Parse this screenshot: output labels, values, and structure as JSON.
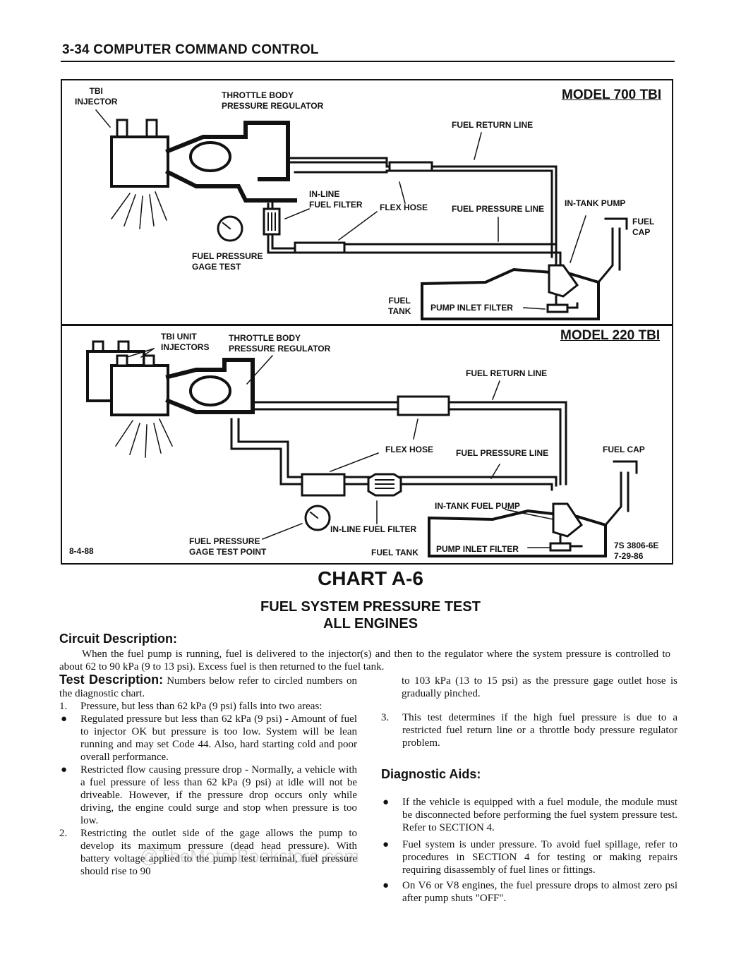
{
  "header": {
    "title": "3-34 COMPUTER COMMAND CONTROL"
  },
  "diagram": {
    "top": {
      "model": "MODEL 700 TBI",
      "labels": {
        "tbi_injector": "TBI\nINJECTOR",
        "regulator": "THROTTLE BODY\nPRESSURE REGULATOR",
        "return_line": "FUEL RETURN LINE",
        "inline_filter": "IN-LINE\nFUEL FILTER",
        "flex_hose": "FLEX HOSE",
        "pressure_line": "FUEL PRESSURE LINE",
        "in_tank_pump": "IN-TANK PUMP",
        "fuel_cap": "FUEL\nCAP",
        "gage_test": "FUEL PRESSURE\nGAGE TEST",
        "fuel_tank": "FUEL\nTANK",
        "pump_inlet_filter": "PUMP INLET FILTER"
      }
    },
    "bottom": {
      "model": "MODEL 220 TBI",
      "labels": {
        "tbi_injectors": "TBI UNIT\nINJECTORS",
        "regulator": "THROTTLE BODY\nPRESSURE REGULATOR",
        "return_line": "FUEL RETURN LINE",
        "flex_hose": "FLEX HOSE",
        "pressure_line": "FUEL PRESSURE LINE",
        "fuel_cap": "FUEL CAP",
        "in_tank_pump": "IN-TANK FUEL PUMP",
        "inline_filter": "IN-LINE FUEL FILTER",
        "gage_test_point": "FUEL PRESSURE\nGAGE TEST POINT",
        "fuel_tank": "FUEL TANK",
        "pump_inlet_filter": "PUMP INLET FILTER",
        "date_left": "8-4-88",
        "ref_code": "7S 3806-6E\n7-29-86"
      }
    }
  },
  "chart": {
    "title": "CHART A-6",
    "subtitle": "FUEL SYSTEM PRESSURE TEST\nALL ENGINES"
  },
  "circuit": {
    "heading": "Circuit Description:",
    "text": "When the fuel pump is running, fuel is delivered to the injector(s) and then to the regulator where the system pressure is controlled to about 62 to 90 kPa (9 to 13 psi). Excess fuel is then returned to the fuel tank."
  },
  "test": {
    "heading": "Test Description:",
    "intro": "Numbers below refer to circled numbers on the diagnostic chart.",
    "item1": {
      "marker": "1.",
      "text": "Pressure, but less than 62 kPa (9 psi) falls into two areas:"
    },
    "bullet1": "Regulated pressure but less than 62 kPa (9 psi) - Amount of fuel to injector OK but pressure is too low. System will be lean running and may set Code 44. Also, hard starting cold and poor overall performance.",
    "bullet2": "Restricted flow causing pressure drop - Normally, a vehicle with a fuel pressure of less than 62 kPa (9 psi) at idle will not be driveable. However, if the pressure drop occurs only while driving, the engine could surge and stop when pressure is too low.",
    "item2": {
      "marker": "2.",
      "text": "Restricting the outlet side of the gage allows the pump to develop its maximum pressure (dead head pressure). With battery voltage applied to the pump test terminal, fuel pressure should rise to 90"
    },
    "item2_cont": "to 103 kPa (13 to 15 psi) as the pressure gage outlet hose is gradually pinched.",
    "item3": {
      "marker": "3.",
      "text": "This test determines if the high fuel pressure is due to a restricted fuel return line or a throttle body pressure regulator problem."
    }
  },
  "aids": {
    "heading": "Diagnostic Aids:",
    "bullets": [
      "If the vehicle is equipped with a fuel module, the module must be disconnected before performing the fuel system pressure test. Refer to SECTION 4.",
      "Fuel system is under pressure. To avoid fuel spillage, refer to procedures in SECTION 4 for testing or making repairs requiring disassembly of fuel lines or fittings.",
      "On V6 or V8 engines, the fuel pressure drops to almost zero psi after pump shuts \"OFF\"."
    ]
  },
  "watermark": "@TheMotorBookstore.com"
}
